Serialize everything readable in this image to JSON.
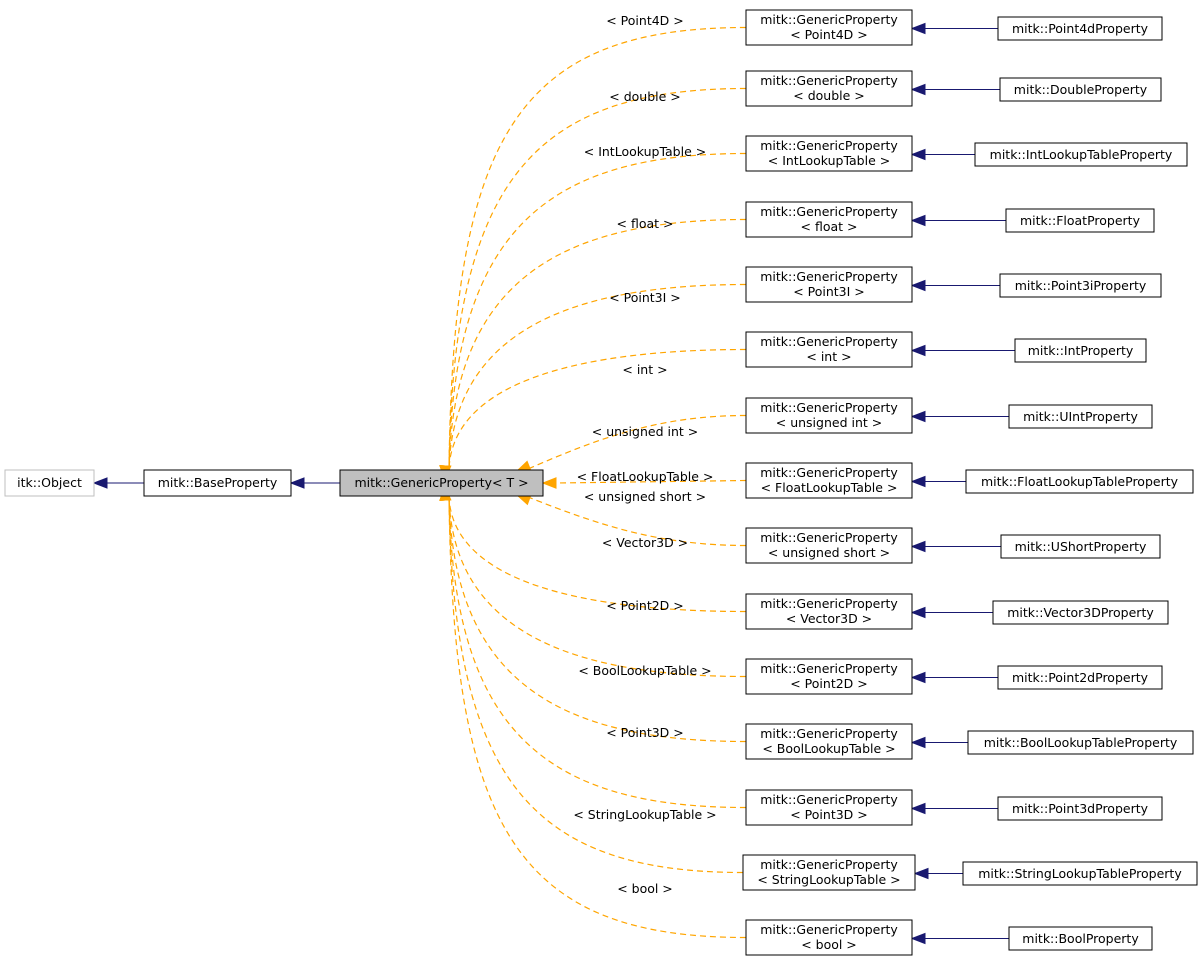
{
  "colors": {
    "inheritance_edge": "#191970",
    "template_edge": "#ffa500",
    "focus_fill": "#bfbfbf",
    "external_border": "#bfbfbf"
  },
  "root": {
    "name": "itk::Object"
  },
  "base": {
    "name": "mitk::BaseProperty"
  },
  "focus": {
    "name": "mitk::GenericProperty< T >"
  },
  "instantiations": [
    {
      "template_arg": "< Point4D >",
      "class_line1": "mitk::GenericProperty",
      "class_line2": "< Point4D >",
      "derived": "mitk::Point4dProperty"
    },
    {
      "template_arg": "< double >",
      "class_line1": "mitk::GenericProperty",
      "class_line2": "< double >",
      "derived": "mitk::DoubleProperty"
    },
    {
      "template_arg": "< IntLookupTable >",
      "class_line1": "mitk::GenericProperty",
      "class_line2": "< IntLookupTable >",
      "derived": "mitk::IntLookupTableProperty"
    },
    {
      "template_arg": "< float >",
      "class_line1": "mitk::GenericProperty",
      "class_line2": "< float >",
      "derived": "mitk::FloatProperty"
    },
    {
      "template_arg": "< Point3I >",
      "class_line1": "mitk::GenericProperty",
      "class_line2": "< Point3I >",
      "derived": "mitk::Point3iProperty"
    },
    {
      "template_arg": "< int >",
      "class_line1": "mitk::GenericProperty",
      "class_line2": "< int >",
      "derived": "mitk::IntProperty"
    },
    {
      "template_arg": "< unsigned int >",
      "class_line1": "mitk::GenericProperty",
      "class_line2": "< unsigned int >",
      "derived": "mitk::UIntProperty"
    },
    {
      "template_arg": "< FloatLookupTable >",
      "class_line1": "mitk::GenericProperty",
      "class_line2": "< FloatLookupTable >",
      "derived": "mitk::FloatLookupTableProperty"
    },
    {
      "template_arg": "< unsigned short >",
      "class_line1": "mitk::GenericProperty",
      "class_line2": "< unsigned short >",
      "derived": "mitk::UShortProperty"
    },
    {
      "template_arg": "< Vector3D >",
      "class_line1": "mitk::GenericProperty",
      "class_line2": "< Vector3D >",
      "derived": "mitk::Vector3DProperty"
    },
    {
      "template_arg": "< Point2D >",
      "class_line1": "mitk::GenericProperty",
      "class_line2": "< Point2D >",
      "derived": "mitk::Point2dProperty"
    },
    {
      "template_arg": "< BoolLookupTable >",
      "class_line1": "mitk::GenericProperty",
      "class_line2": "< BoolLookupTable >",
      "derived": "mitk::BoolLookupTableProperty"
    },
    {
      "template_arg": "< Point3D >",
      "class_line1": "mitk::GenericProperty",
      "class_line2": "< Point3D >",
      "derived": "mitk::Point3dProperty"
    },
    {
      "template_arg": "< StringLookupTable >",
      "class_line1": "mitk::GenericProperty",
      "class_line2": "< StringLookupTable >",
      "derived": "mitk::StringLookupTableProperty"
    },
    {
      "template_arg": "< bool >",
      "class_line1": "mitk::GenericProperty",
      "class_line2": "< bool >",
      "derived": "mitk::BoolProperty"
    }
  ]
}
